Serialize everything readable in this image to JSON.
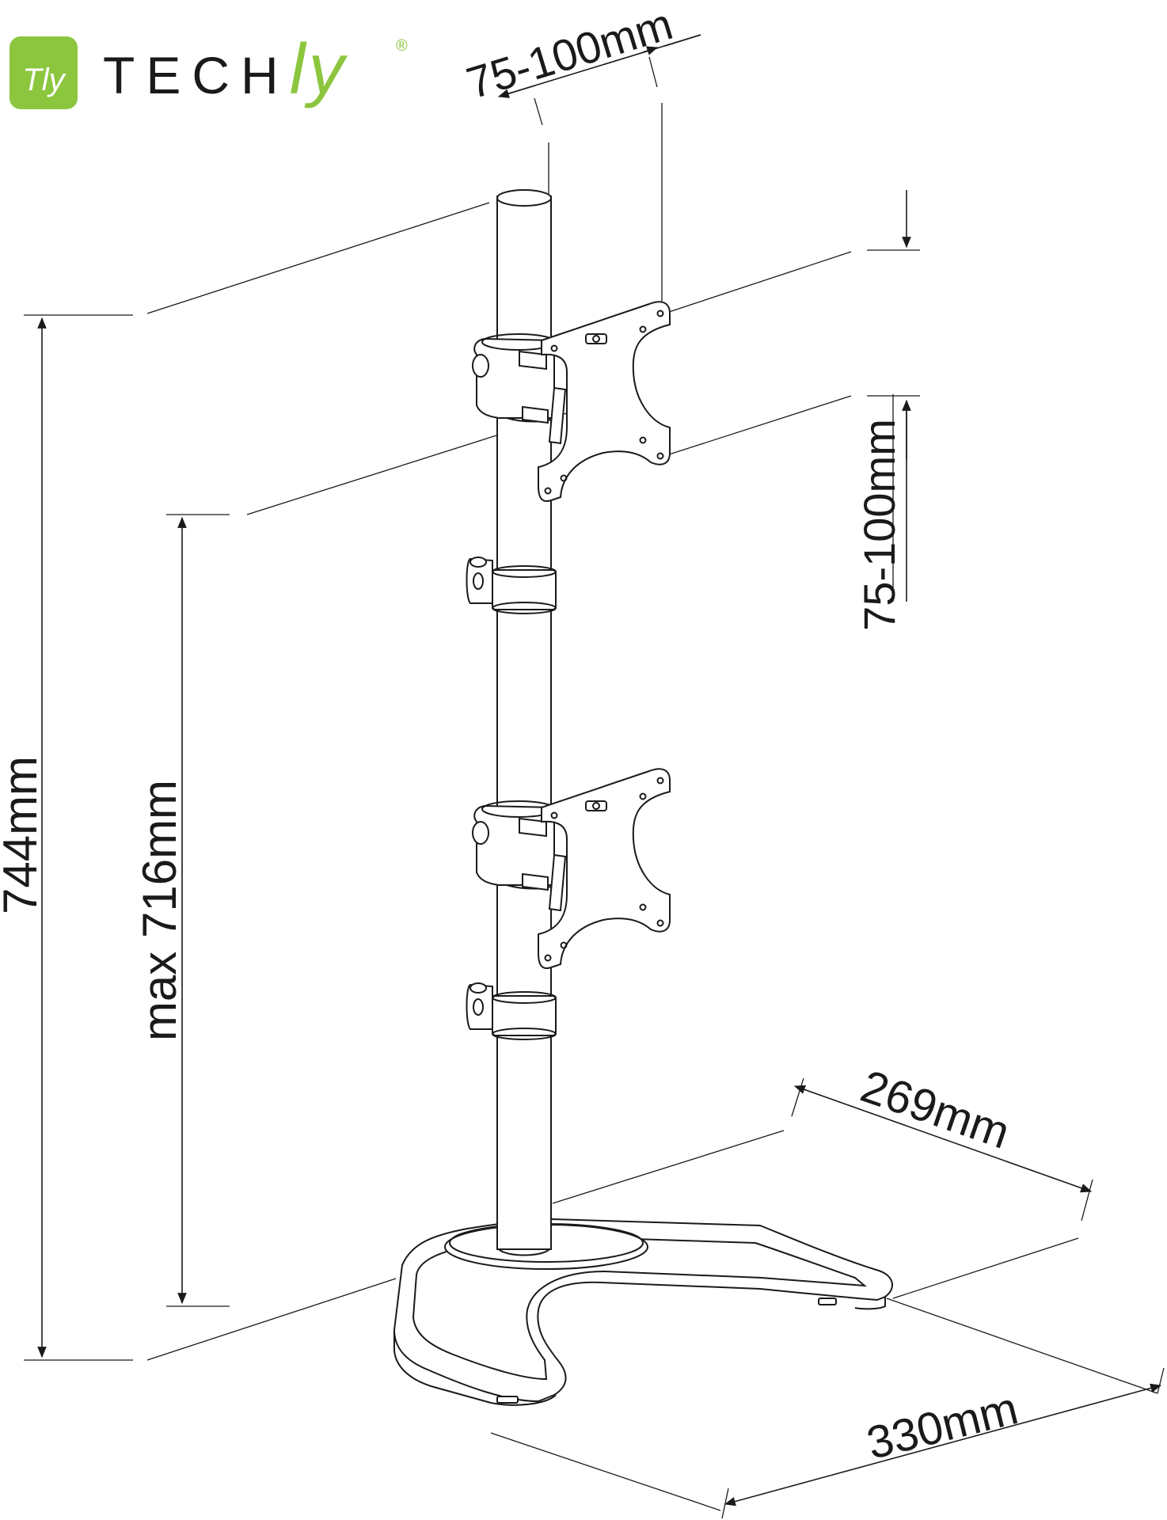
{
  "brand": {
    "name": "TECHly",
    "name_main": "TECH",
    "name_accent": "ly",
    "mark_text": "Tly",
    "registered": "®",
    "colors": {
      "accent": "#8cc63f",
      "dark": "#1a1a1a"
    }
  },
  "dimensions": {
    "total_height": "744mm",
    "max_height": "max 716mm",
    "vesa_width": "75-100mm",
    "vesa_height": "75-100mm",
    "base_depth": "269mm",
    "base_width": "330mm"
  },
  "colors": {
    "line": "#1a1a1a",
    "fill": "#ffffff"
  }
}
